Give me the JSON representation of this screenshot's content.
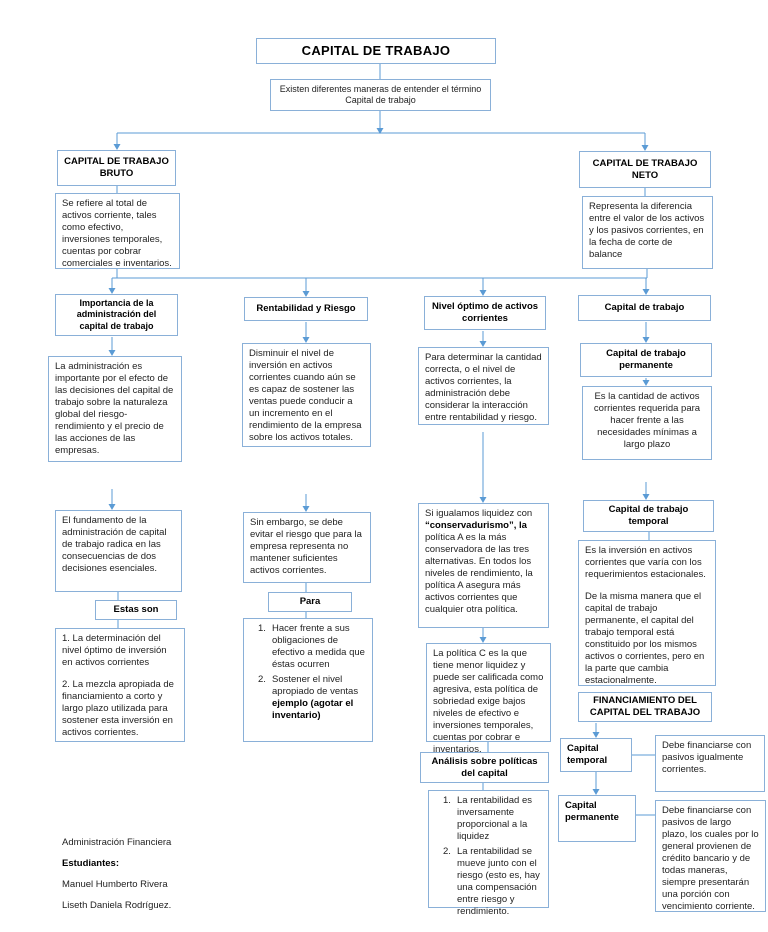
{
  "colors": {
    "box_border": "#8ab0d8",
    "connector": "#5b9bd5",
    "text": "#1f1f1f"
  },
  "root": {
    "title": "CAPITAL DE TRABAJO",
    "subtitle": "Existen diferentes maneras de entender el término Capital de trabajo"
  },
  "bruto": {
    "title": "CAPITAL DE TRABAJO BRUTO",
    "desc": "Se refiere al total de activos corriente, tales como efectivo, inversiones temporales, cuentas por cobrar comerciales e inventarios."
  },
  "neto": {
    "title": "CAPITAL DE TRABAJO NETO",
    "desc": "Representa la diferencia entre el valor de los activos y los pasivos corrientes, en la fecha de corte de balance"
  },
  "col1": {
    "header": "Importancia de la administración del capital de trabajo",
    "text1": "La administración es importante por el efecto de las decisiones del capital de trabajo sobre la naturaleza global del riesgo- rendimiento y el precio de las acciones de las empresas.",
    "text2": "El fundamento de la administración de capital de trabajo radica en las consecuencias de dos decisiones esenciales.",
    "label": "Estas son",
    "item1": "1. La determinación del nivel óptimo de inversión en activos corrientes",
    "item2": "2. La mezcla apropiada de financiamiento a corto y largo plazo utilizada para sostener esta inversión en activos corrientes."
  },
  "col2": {
    "header": "Rentabilidad y Riesgo",
    "text1": "Disminuir el nivel de inversión en activos corrientes cuando aún se es capaz de sostener las ventas puede conducir a un incremento en el rendimiento de la empresa sobre los activos totales.",
    "text2": "Sin embargo, se debe evitar el riesgo que para la empresa representa no mantener suficientes activos corrientes.",
    "label": "Para",
    "items": [
      {
        "num": "1.",
        "text": "Hacer frente a sus obligaciones de efectivo a medida que éstas ocurren",
        "bold": ""
      },
      {
        "num": "2.",
        "text": "Sostener el nivel apropiado de ventas ",
        "bold": "ejemplo (agotar el inventario)"
      }
    ]
  },
  "col3": {
    "header": "Nivel óptimo de activos corrientes",
    "text1": "Para determinar la cantidad correcta, o el nivel de activos corrientes, la administración debe considerar la interacción entre rentabilidad y riesgo.",
    "text2_pre": "Si igualamos liquidez con ",
    "text2_bold": "“conservadurismo”, la",
    "text2_post": " política A es la más conservadora de las tres alternativas. En todos los niveles de rendimiento, la política A asegura más activos corrientes que cualquier otra política.",
    "text3": "La política C es la que tiene menor liquidez y puede ser calificada como agresiva, esta política de sobriedad exige bajos niveles de efectivo e inversiones temporales, cuentas por cobrar e inventarios.",
    "label": "Análisis sobre políticas del capital",
    "items": [
      {
        "num": "1.",
        "text": "La rentabilidad es inversamente proporcional a la liquidez"
      },
      {
        "num": "2.",
        "text": "La rentabilidad se mueve junto con el riesgo (esto es, hay una compensación entre riesgo y rendimiento."
      }
    ]
  },
  "col4": {
    "header": "Capital de trabajo",
    "sub_permanente": "Capital de trabajo permanente",
    "text_permanente": "Es la cantidad de activos corrientes requerida para hacer frente a las necesidades mínimas a largo plazo",
    "sub_temporal": "Capital de trabajo temporal",
    "text_temporal_p1": "Es la inversión en activos corrientes que varía con los requerimientos estacionales.",
    "text_temporal_p2": "De la misma manera que el capital de trabajo permanente, el capital del trabajo temporal está constituido por los mismos activos o corrientes, pero en la parte que cambia estacionalmente.",
    "fin_header": "FINANCIAMIENTO DEL CAPITAL DEL TRABAJO",
    "temp_label": "Capital temporal",
    "temp_desc": "Debe financiarse con pasivos igualmente corrientes.",
    "perm_label": "Capital permanente",
    "perm_desc": "Debe financiarse con pasivos de largo plazo, los cuales por lo general provienen de crédito bancario y de todas maneras, siempre presentarán una porción con vencimiento corriente."
  },
  "footer": {
    "line1": "Administración Financiera",
    "line2": "Estudiantes:",
    "line3": "Manuel Humberto Rivera",
    "line4": "Liseth Daniela Rodríguez."
  }
}
